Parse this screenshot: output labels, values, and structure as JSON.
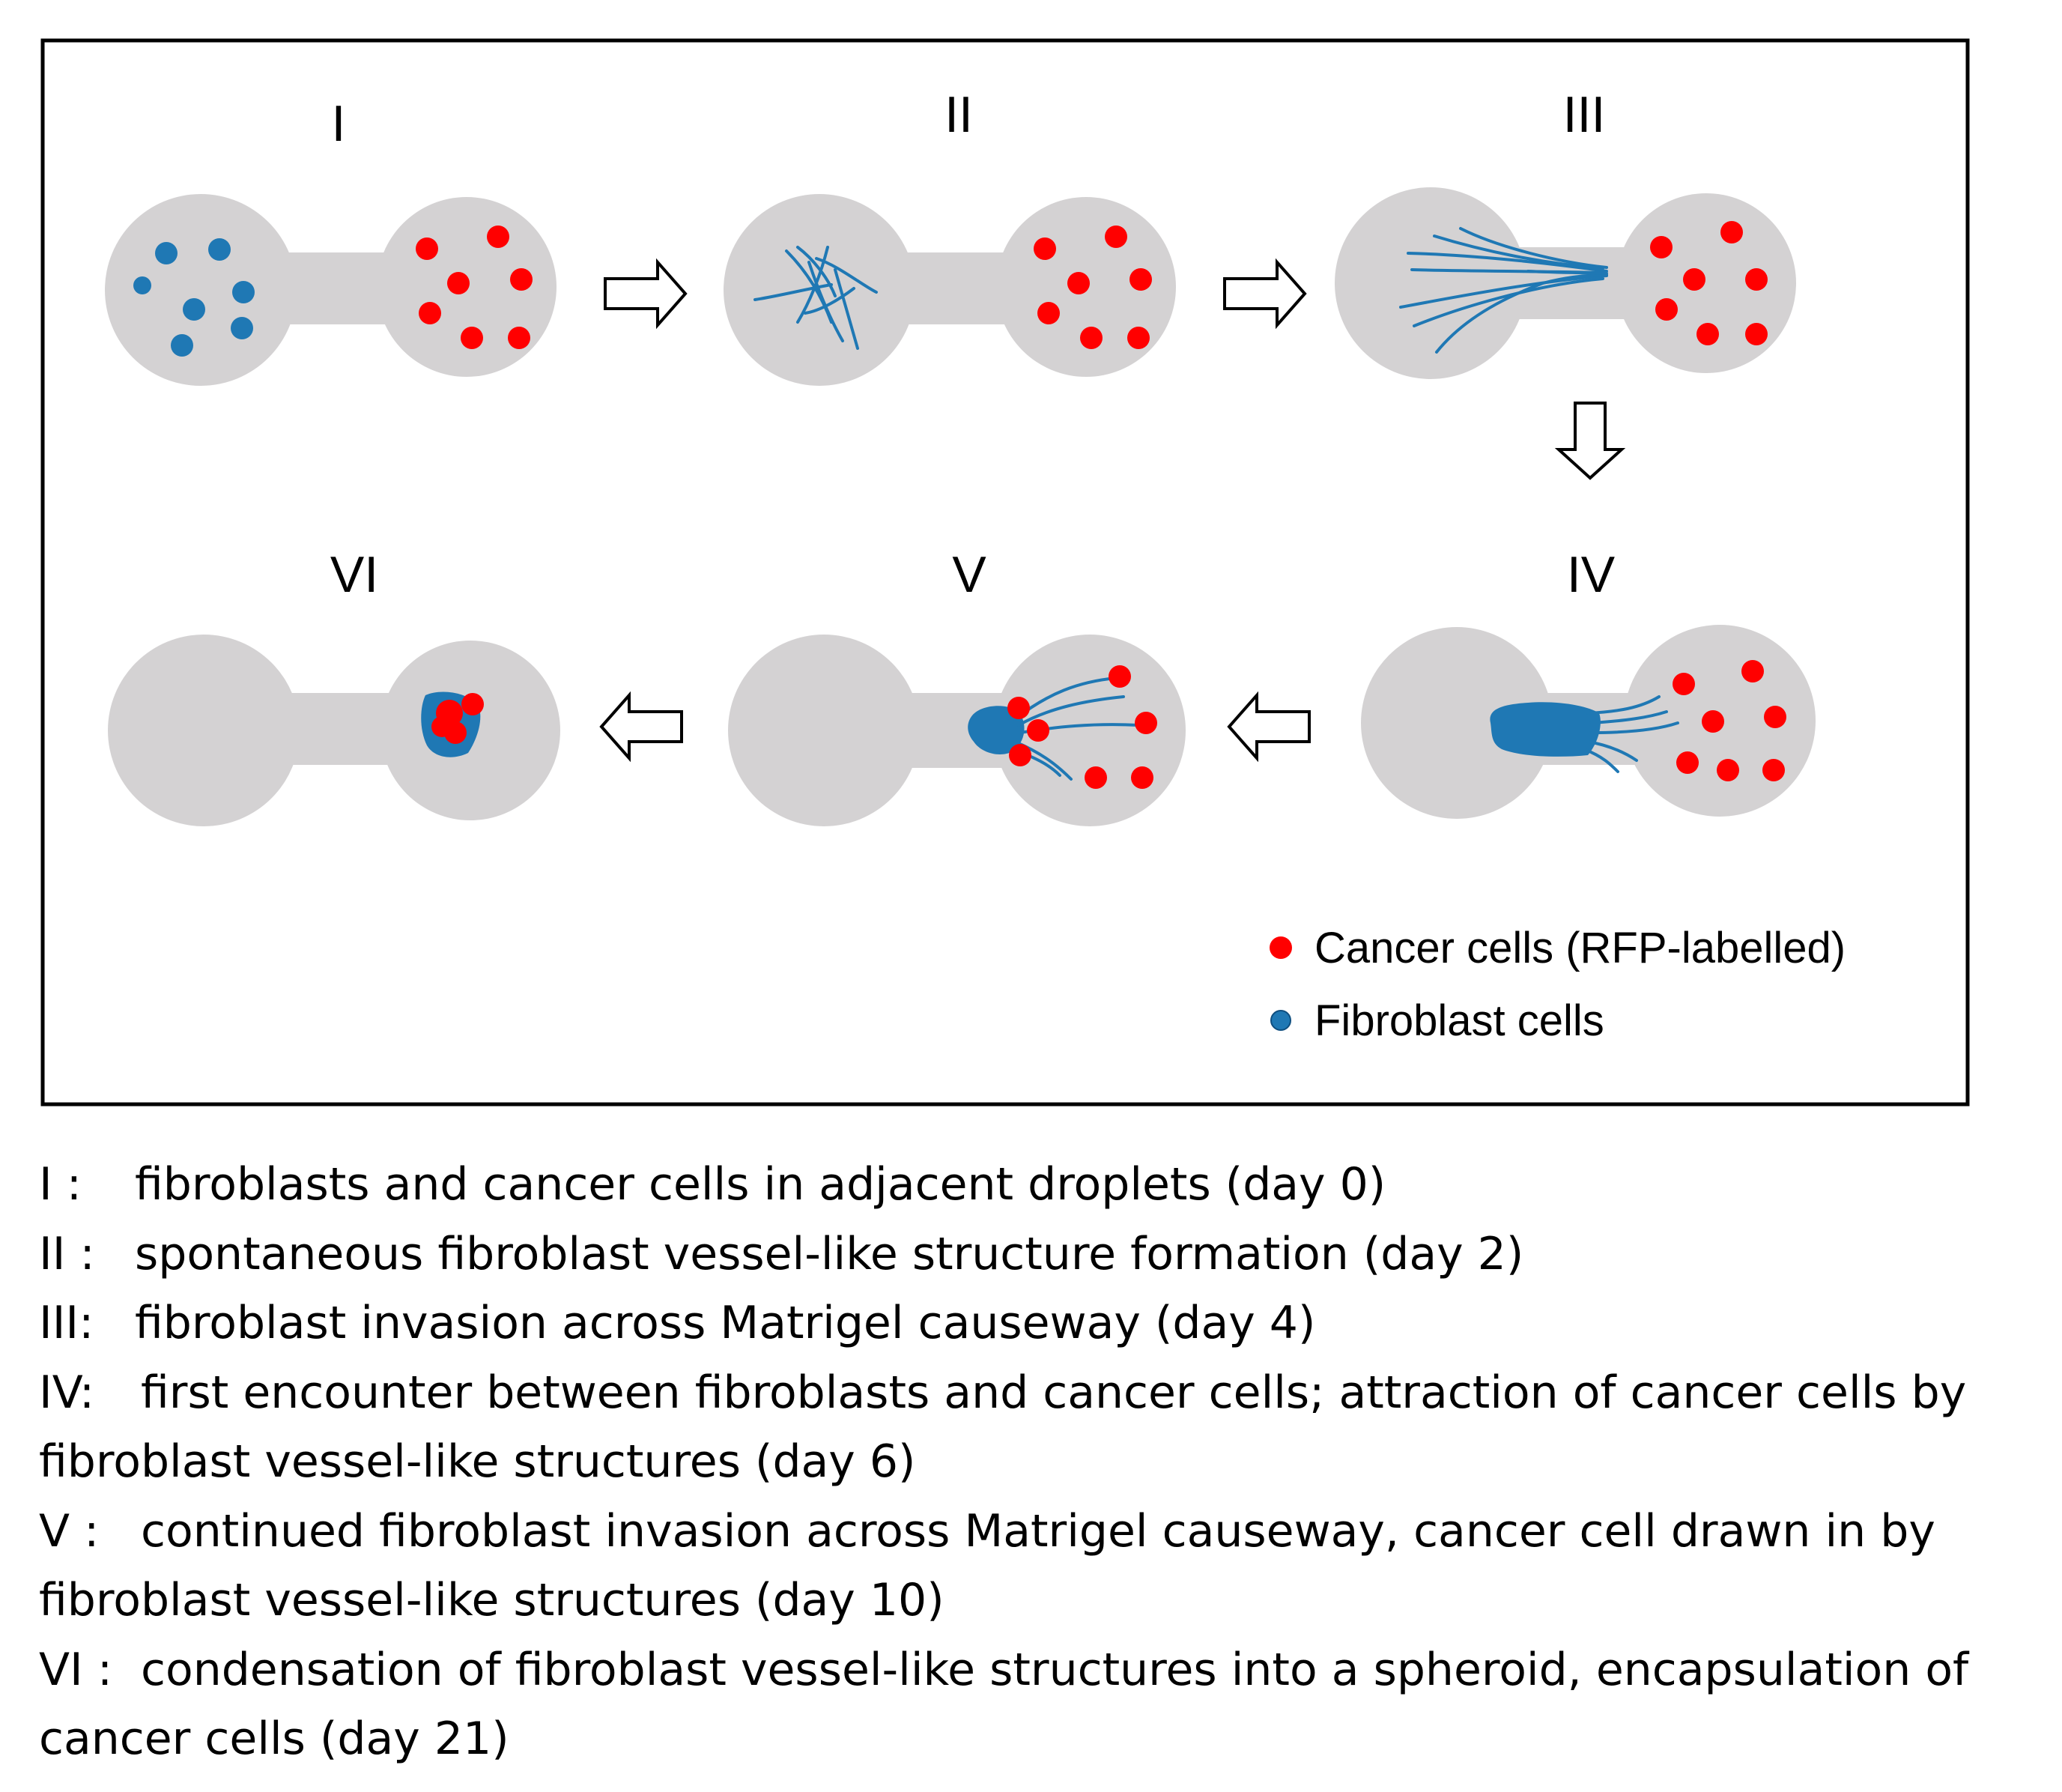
{
  "colors": {
    "cancer": "#ff0000",
    "fibroblast": "#1f78b4",
    "droplet": "#d4d2d3",
    "frame": "#000000"
  },
  "stages": [
    {
      "numeral": "I"
    },
    {
      "numeral": "II"
    },
    {
      "numeral": "III"
    },
    {
      "numeral": "IV"
    },
    {
      "numeral": "V"
    },
    {
      "numeral": "VI"
    }
  ],
  "legend": {
    "cancer_label": "Cancer cells (RFP-labelled)",
    "fibroblast_label": "Fibroblast cells"
  },
  "captions": [
    {
      "key": "I :",
      "text": "fibroblasts and cancer cells in adjacent droplets (day 0)"
    },
    {
      "key": "II :",
      "text": "spontaneous fibroblast vessel-like structure formation (day 2)"
    },
    {
      "key": "III:",
      "text": "fibroblast invasion across Matrigel causeway (day 4)"
    },
    {
      "key": "IV:",
      "text": "first encounter between fibroblasts and cancer cells; attraction of cancer cells by",
      "cont": "fibroblast vessel-like structures (day 6)"
    },
    {
      "key": "V :",
      "text": "continued fibroblast invasion across Matrigel causeway, cancer cell drawn in by",
      "cont": "fibroblast vessel-like structures (day 10)"
    },
    {
      "key": "VI :",
      "text": "condensation of fibroblast vessel-like structures into a spheroid, encapsulation of",
      "cont": "cancer cells (day 21)"
    }
  ]
}
